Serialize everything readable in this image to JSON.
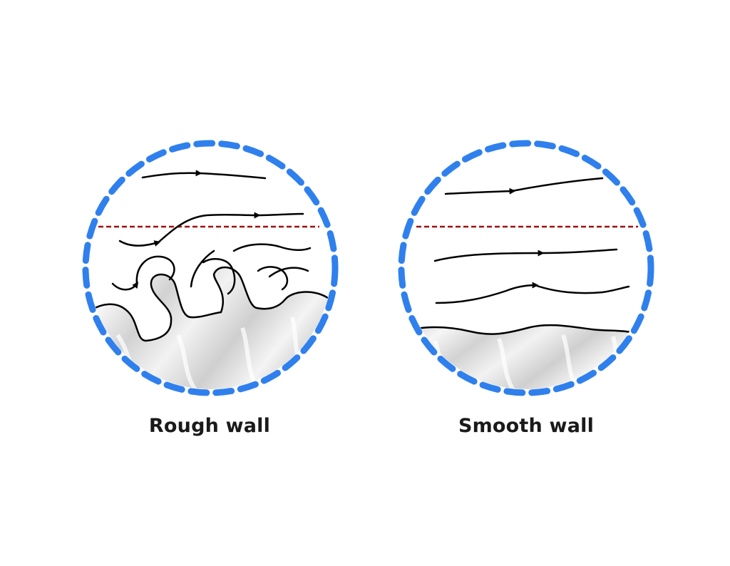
{
  "panels": [
    {
      "id": "rough",
      "label": "Rough wall"
    },
    {
      "id": "smooth",
      "label": "Smooth wall"
    }
  ],
  "colors": {
    "circle_border": "#2f80ed",
    "boundary_line": "#a01010",
    "streamline": "#000000",
    "wall_fill_light": "#f4f4f4",
    "wall_fill_dark": "#c9c9c9"
  }
}
